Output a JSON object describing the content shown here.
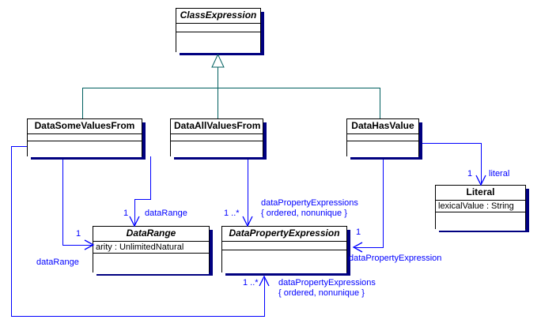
{
  "diagram": {
    "title": "OWL 2 Data Range Restrictions UML Class Diagram",
    "colors": {
      "generalization": "#005f5f",
      "association": "#0000ff",
      "shadow": "#000080",
      "box_border": "#000000",
      "background": "#ffffff"
    },
    "classes": [
      {
        "id": "class-expression",
        "name": "ClassExpression",
        "abstract": true,
        "attributes": []
      },
      {
        "id": "data-some-values-from",
        "name": "DataSomeValuesFrom",
        "abstract": false,
        "attributes": []
      },
      {
        "id": "data-all-values-from",
        "name": "DataAllValuesFrom",
        "abstract": false,
        "attributes": []
      },
      {
        "id": "data-has-value",
        "name": "DataHasValue",
        "abstract": false,
        "attributes": []
      },
      {
        "id": "data-range",
        "name": "DataRange",
        "abstract": true,
        "attributes": [
          "arity : UnlimitedNatural"
        ]
      },
      {
        "id": "data-property-expression",
        "name": "DataPropertyExpression",
        "abstract": true,
        "attributes": []
      },
      {
        "id": "literal",
        "name": "Literal",
        "abstract": false,
        "attributes": [
          "lexicalValue : String"
        ]
      }
    ],
    "generalizations": [
      {
        "from": "DataSomeValuesFrom",
        "to": "ClassExpression"
      },
      {
        "from": "DataAllValuesFrom",
        "to": "ClassExpression"
      },
      {
        "from": "DataHasValue",
        "to": "ClassExpression"
      }
    ],
    "associations": [
      {
        "id": "assoc-some-datarange",
        "from": "DataSomeValuesFrom",
        "to": "DataRange",
        "multiplicity": "1",
        "role": "dataRange",
        "constraints": ""
      },
      {
        "id": "assoc-some-dpe",
        "from": "DataSomeValuesFrom",
        "to": "DataPropertyExpression",
        "multiplicity": "1 ..*",
        "role": "dataPropertyExpressions",
        "constraints": "{ ordered, nonunique }"
      },
      {
        "id": "assoc-all-datarange",
        "from": "DataAllValuesFrom",
        "to": "DataRange",
        "multiplicity": "1",
        "role": "dataRange",
        "constraints": ""
      },
      {
        "id": "assoc-all-dpe",
        "from": "DataAllValuesFrom",
        "to": "DataPropertyExpression",
        "multiplicity": "1 ..*",
        "role": "dataPropertyExpressions",
        "constraints": "{ ordered, nonunique }"
      },
      {
        "id": "assoc-hasvalue-dpe",
        "from": "DataHasValue",
        "to": "DataPropertyExpression",
        "multiplicity": "1",
        "role": "dataPropertyExpression",
        "constraints": ""
      },
      {
        "id": "assoc-hasvalue-literal",
        "from": "DataHasValue",
        "to": "Literal",
        "multiplicity": "1",
        "role": "literal",
        "constraints": ""
      }
    ],
    "labels": {
      "some_datarange_mult": "1",
      "some_datarange_role": "dataRange",
      "some_dpe_mult": "1 ..*",
      "some_dpe_role": "dataPropertyExpressions",
      "some_dpe_constraint": "{ ordered, nonunique }",
      "all_datarange_mult": "1",
      "all_datarange_role": "dataRange",
      "all_dpe_mult": "1 ..*",
      "all_dpe_role": "dataPropertyExpressions",
      "all_dpe_constraint": "{ ordered, nonunique }",
      "hasvalue_dpe_mult": "1",
      "hasvalue_dpe_role": "dataPropertyExpression",
      "hasvalue_literal_mult": "1",
      "hasvalue_literal_role": "literal"
    }
  }
}
